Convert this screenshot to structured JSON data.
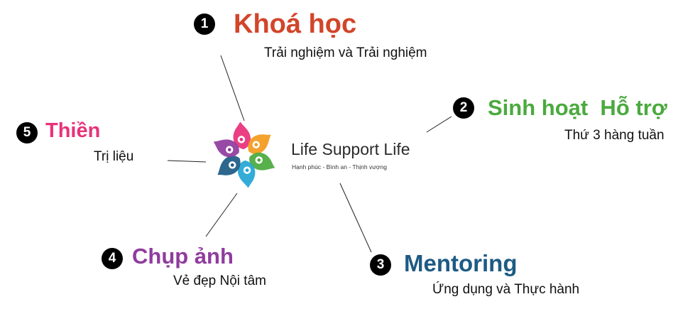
{
  "brand": {
    "name": "Life Support Life",
    "tagline": "Hạnh phúc - Bình an - Thịnh vượng"
  },
  "items": [
    {
      "number": "1",
      "title": "Khoá học",
      "subtitle": "Trải nghiệm và Trải nghiệm",
      "color": "#d2452a"
    },
    {
      "number": "2",
      "title": "Sinh hoạt  Hỗ trợ",
      "subtitle": "Thứ 3 hàng tuần",
      "color": "#4aaa3e"
    },
    {
      "number": "3",
      "title": "Mentoring",
      "subtitle": "Ứng dụng và Thực hành",
      "color": "#1d5b84"
    },
    {
      "number": "4",
      "title": "Chụp ảnh",
      "subtitle": "Vẻ đẹp Nội tâm",
      "color": "#8f3c9e"
    },
    {
      "number": "5",
      "title": "Thiền",
      "subtitle": "Trị liệu",
      "color": "#e8327a"
    }
  ],
  "logo_colors": [
    "#e8327a",
    "#f39a1e",
    "#4aaa3e",
    "#23a6d5",
    "#1d5b84",
    "#8f3c9e"
  ]
}
